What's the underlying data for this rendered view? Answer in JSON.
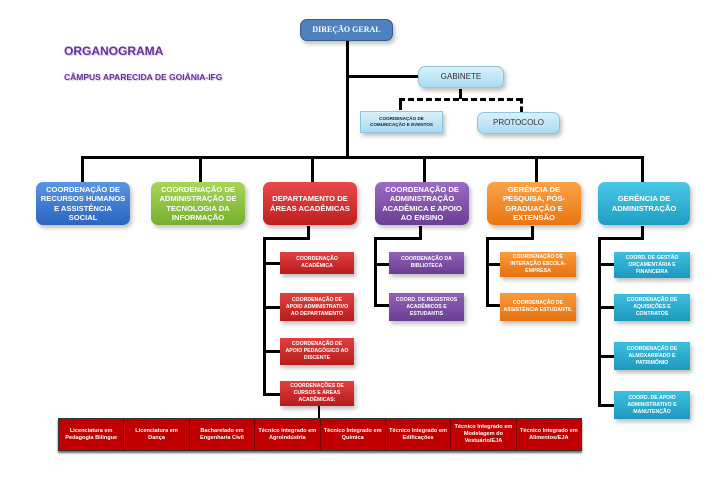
{
  "title": "ORGANOGRAMA",
  "subtitle": "CÂMPUS APARECIDA DE GOIÂNIA-IFG",
  "colors": {
    "direcao": "#4f81bd",
    "gabinete": "#c6e9f8",
    "blue": "#3c7bd3",
    "green": "#8dc63f",
    "red": "#d62b2b",
    "purple": "#7f4fa6",
    "orange": "#f58a1f",
    "cyan": "#2ab0d3",
    "course_red": "#c00000",
    "title_purple": "#6a2fa0"
  },
  "top": {
    "direcao": "DIREÇÃO GERAL",
    "gabinete": "GABINETE",
    "comunicacao": "COORDENAÇÃO DE COMUNICAÇÃO E EVENTOS",
    "protocolo": "PROTOCOLO"
  },
  "units": [
    {
      "label": "COORDENAÇÃO DE RECURSOS HUMANOS E ASSISTÊNCIA SOCIAL",
      "children": []
    },
    {
      "label": "COORDENAÇÃO DE ADMINISTRAÇÃO DE TECNOLOGIA DA INFORMAÇÃO",
      "children": []
    },
    {
      "label": "DEPARTAMENTO DE ÁREAS ACADÊMICAS",
      "children": [
        "COORDENAÇÃO ACADÊMICA",
        "COORDENAÇÃO DE APOIO ADMINISTRATIVO AO DEPARTAMENTO",
        "COORDENAÇÃO DE APOIO PEDAGÓGICO AO DISCENTE",
        "COORDENAÇÕES DE CURSOS E ÁREAS ACADÊMICAS:"
      ]
    },
    {
      "label": "COORDENAÇÃO DE ADMINISTRAÇÃO ACADÊMICA E APOIO AO ENSINO",
      "children": [
        "COORDENAÇÃO DA BIBLIOTECA",
        "COORD. DE REGISTROS ACADÊMICOS E ESTUDANTIS"
      ]
    },
    {
      "label": "GERÊNCIA DE PESQUISA, PÓS-GRADUAÇÃO E EXTENSÃO",
      "children": [
        "COORDENAÇÃO DE INTERAÇÃO ESCOLA-EMPRESA",
        "COORDENAÇÃO DE ASSISTÊNCIA ESTUDANTIL"
      ]
    },
    {
      "label": "GERÊNCIA DE ADMINISTRAÇÃO",
      "children": [
        "COORD. DE GESTÃO ORÇAMENTÁRIA E FINANCEIRA",
        "COORDENAÇÃO DE AQUISIÇÕES E CONTRATOS",
        "COORDENAÇÃO DE ALMOXARIFADO E PATRIMÔNIO",
        "COORD. DE APOIO ADMINISTRATIVO E MANUTENÇÃO"
      ]
    }
  ],
  "courses": [
    "Licenciatura em Pedagogia Bilíngue",
    "Licenciatura em Dança",
    "Bacharelado em Engenharia Civil",
    "Técnico Integrado em Agroindústria",
    "Técnico Integrado em Química",
    "Técnico Integrado em Edificações",
    "Técnico Integrado em Modelagem do Vestuário/EJA",
    "Técnico Integrado em Alimentos/EJA"
  ]
}
